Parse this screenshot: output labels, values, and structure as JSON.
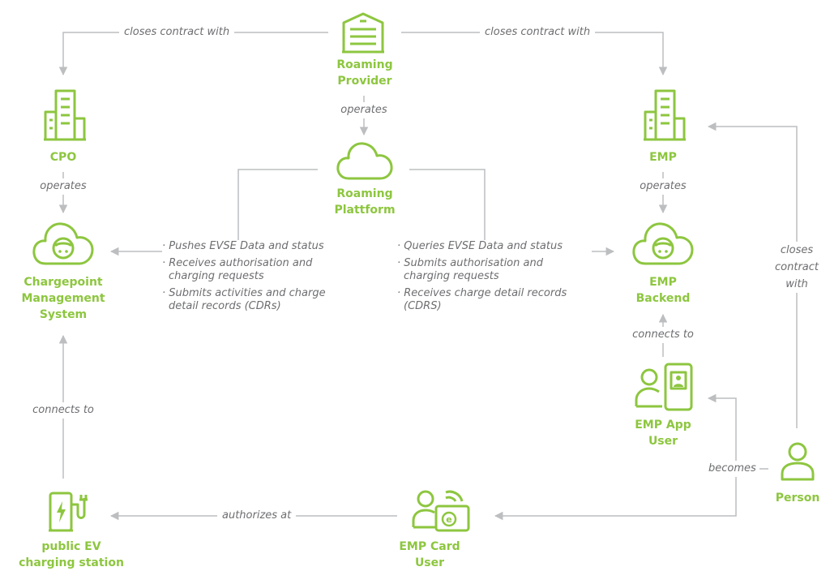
{
  "colors": {
    "accent": "#8dc63f",
    "connector": "#bcbec0",
    "edge_text": "#6d6e71",
    "background": "#ffffff"
  },
  "nodes": {
    "roaming_provider": {
      "label": "Roaming\nProvider",
      "icon": "building-icon"
    },
    "roaming_platform": {
      "label": "Roaming\nPlattform",
      "icon": "cloud-icon"
    },
    "cpo": {
      "label": "CPO",
      "icon": "office-tower-icon"
    },
    "emp": {
      "label": "EMP",
      "icon": "office-tower-icon"
    },
    "cms": {
      "label": "Chargepoint\nManagement\nSystem",
      "icon": "cloud-plug-icon"
    },
    "emp_backend": {
      "label": "EMP\nBackend",
      "icon": "cloud-plug-icon"
    },
    "emp_app_user": {
      "label": "EMP App\nUser",
      "icon": "app-user-icon"
    },
    "person": {
      "label": "Person",
      "icon": "person-icon"
    },
    "emp_card_user": {
      "label": "EMP Card\nUser",
      "icon": "card-user-icon"
    },
    "charging_station": {
      "label": "public EV\ncharging station",
      "icon": "charging-station-icon"
    }
  },
  "edges": {
    "provider_cpo": "closes contract with",
    "provider_emp": "closes contract with",
    "provider_platform": "operates",
    "cpo_cms": "operates",
    "emp_backend": "operates",
    "person_emp": "closes\ncontract\nwith",
    "app_backend": "connects to",
    "station_cms": "connects to",
    "card_station": "authorizes at",
    "person_becomes": "becomes"
  },
  "left_list": [
    "Pushes EVSE Data and status",
    "Receives authorisation and charging requests",
    "Submits activities and charge detail records (CDRs)"
  ],
  "right_list": [
    "Queries EVSE Data and status",
    "Submits authorisation and charging requests",
    "Receives charge detail records (CDRS)"
  ]
}
